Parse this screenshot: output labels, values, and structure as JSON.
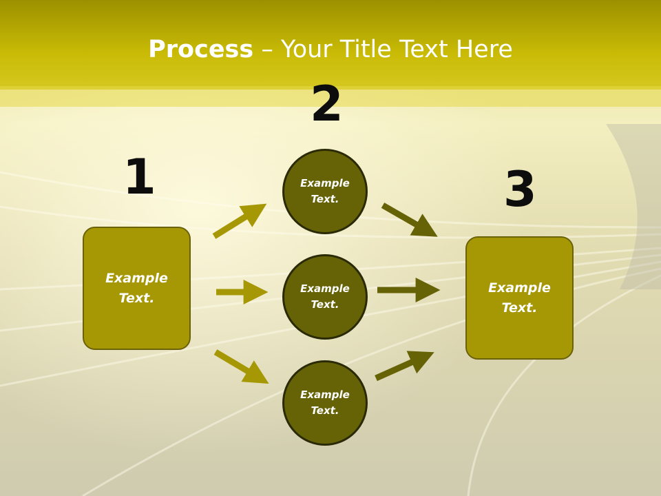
{
  "title": {
    "bold": "Process",
    "rest": " – Your Title Text Here"
  },
  "steps": [
    {
      "number": "1",
      "label": "Example\nText."
    },
    {
      "number": "2",
      "label": "Example\nText."
    },
    {
      "number": "3",
      "label": "Example\nText."
    }
  ],
  "circles": [
    {
      "label": "Example\nText."
    },
    {
      "label": "Example\nText."
    },
    {
      "label": "Example\nText."
    }
  ],
  "colors": {
    "box_fill": "#a69805",
    "circle_fill": "#666206",
    "arrow_left": "#a69805",
    "arrow_right": "#666206",
    "header": "#c8b800"
  }
}
